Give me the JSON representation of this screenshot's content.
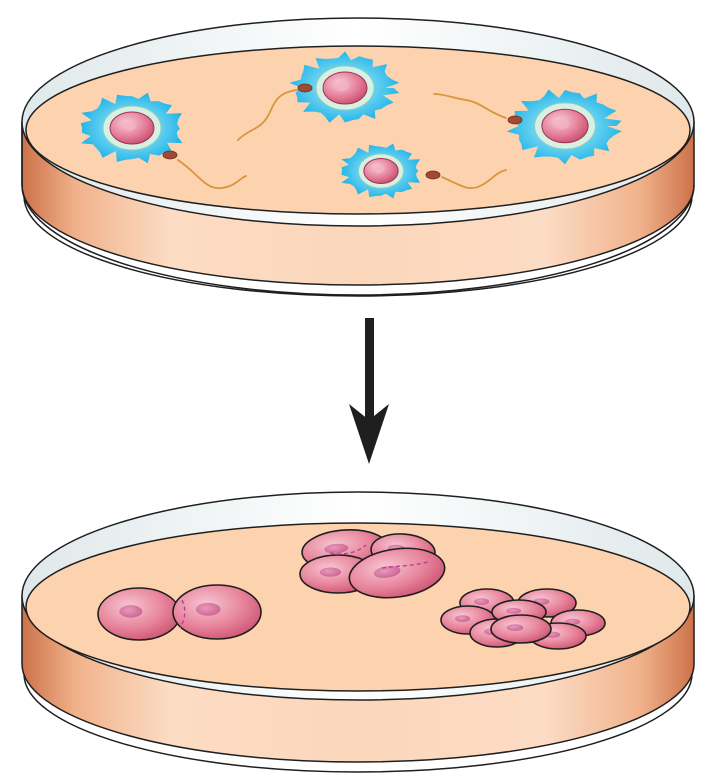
{
  "diagram": {
    "stages": [
      {
        "id": "fertilization",
        "dish": "petri-dish-top",
        "contents": "eggs-with-sperm",
        "egg_count": 4,
        "sperm_count": 4
      },
      {
        "id": "embryo-culture",
        "dish": "petri-dish-bottom",
        "contents": "dividing-embryos",
        "embryo_cell_counts": [
          2,
          4,
          8
        ]
      }
    ],
    "arrow": {
      "direction": "down",
      "icon": "arrow-down-icon"
    },
    "colors": {
      "medium": "#fcd3ae",
      "dish_wall_light": "#fbd8bd",
      "dish_wall_dark": "#cd724a",
      "cumulus": "#3cc4ee",
      "zona": "#d6f0e4",
      "cell": "#e47d96",
      "nucleus": "#cc5582",
      "sperm_head": "#a14a33",
      "sperm_tail": "#d9953b",
      "outline": "#1f1f1f"
    }
  }
}
